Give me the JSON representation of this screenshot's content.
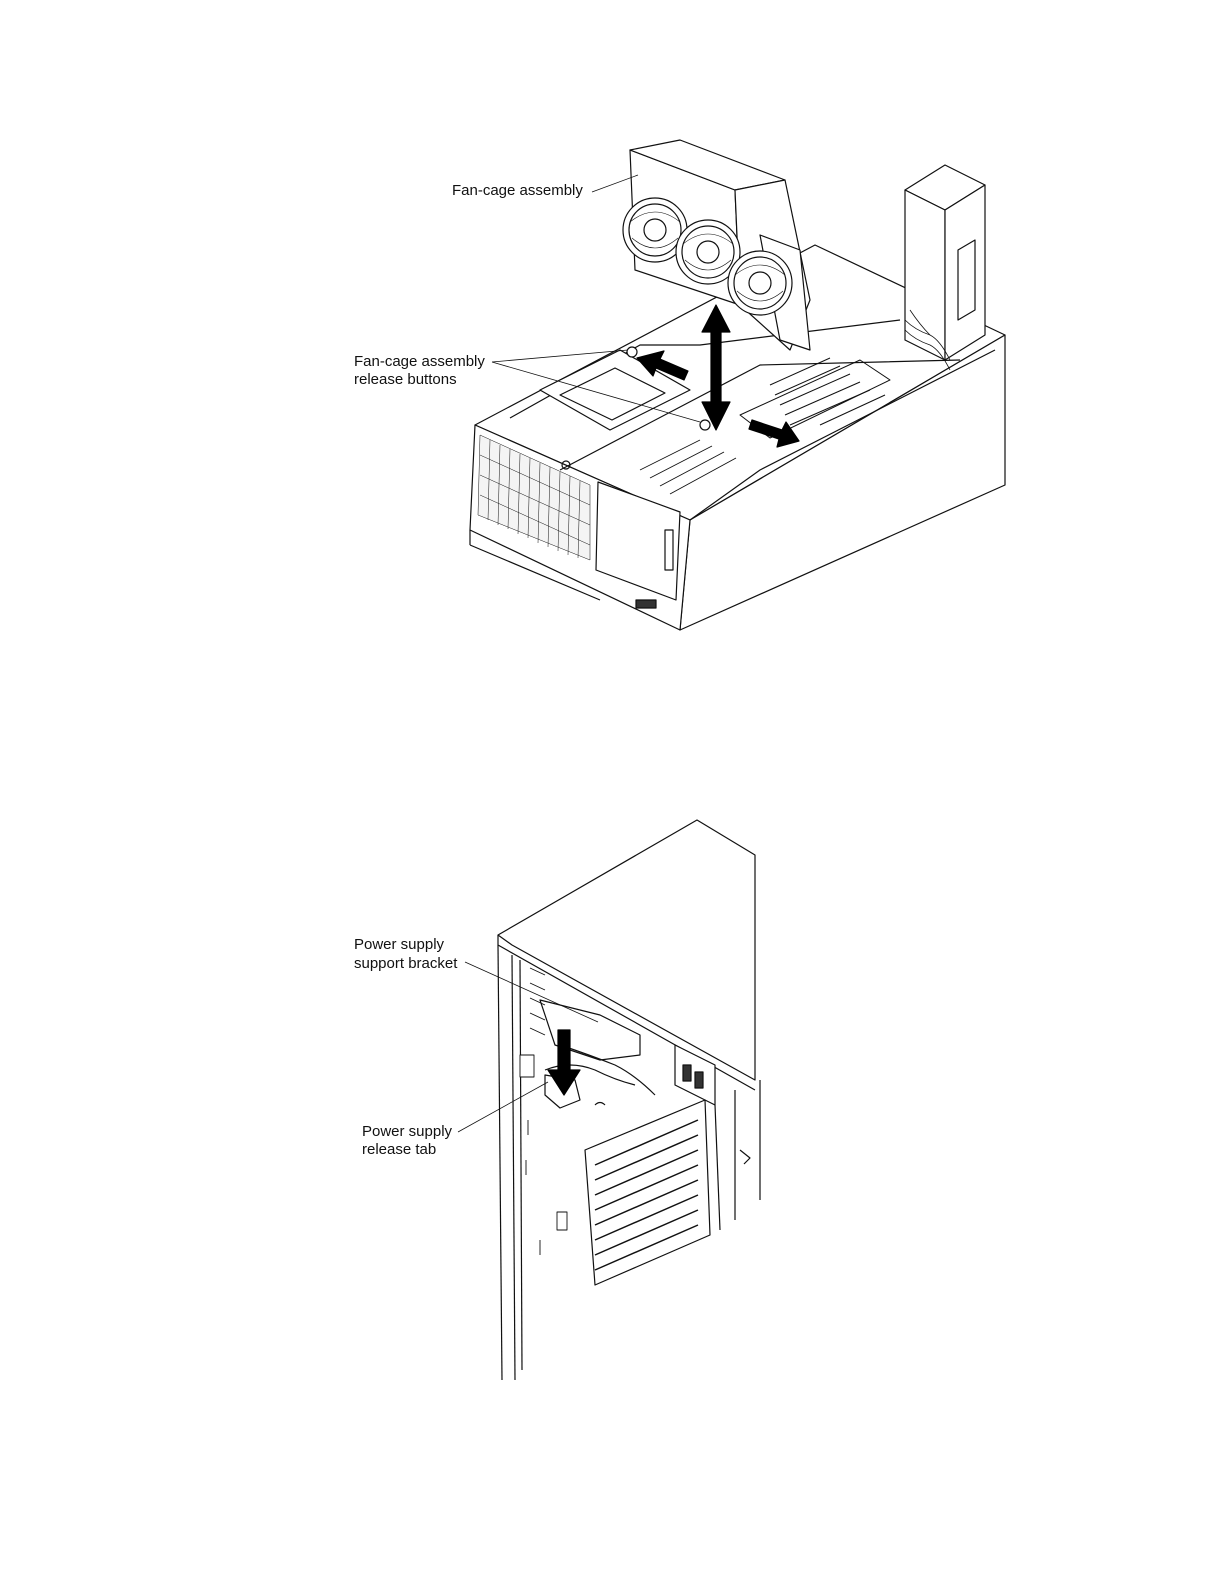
{
  "figure1": {
    "labels": {
      "fan_cage_assembly": "Fan-cage assembly",
      "release_buttons_line1": "Fan-cage assembly",
      "release_buttons_line2": "release buttons"
    }
  },
  "figure2": {
    "labels": {
      "bracket_line1": "Power supply",
      "bracket_line2": "support bracket",
      "tab_line1": "Power supply",
      "tab_line2": "release tab"
    }
  },
  "colors": {
    "ink": "#111111",
    "arrow": "#000000",
    "paper": "#ffffff"
  }
}
